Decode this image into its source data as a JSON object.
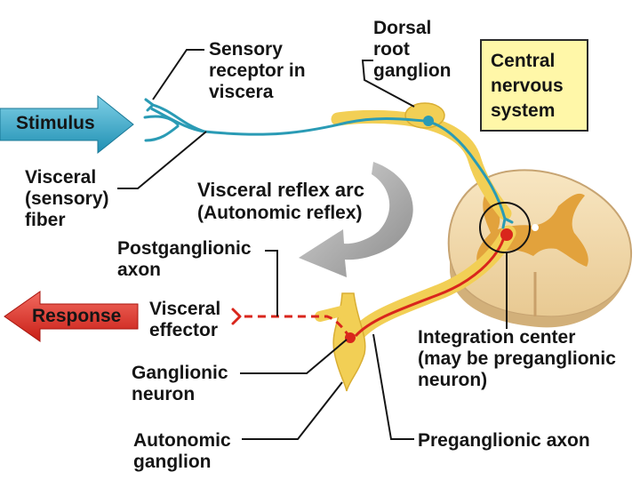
{
  "labels": {
    "stimulus": "Stimulus",
    "response": "Response",
    "sensory_receptor": "Sensory\nreceptor in\nviscera",
    "dorsal_root_ganglion": "Dorsal\nroot\nganglion",
    "central_nervous_system": "Central\nnervous\nsystem",
    "visceral_sensory_fiber": "Visceral\n(sensory)\nfiber",
    "arc_title": "Visceral reflex arc",
    "arc_subtitle": "(Autonomic reflex)",
    "postganglionic_axon": "Postganglionic\naxon",
    "visceral_effector": "Visceral\neffector",
    "ganglionic_neuron": "Ganglionic\nneuron",
    "autonomic_ganglion": "Autonomic\nganglion",
    "integration_center": "Integration center\n(may be preganglionic\nneuron)",
    "preganglionic_axon": "Preganglionic axon"
  },
  "colors": {
    "sensory_fiber": "#2a9bb5",
    "stimulus_arrow": "#2aa6c8",
    "response_arrow": "#e0302a",
    "motor_fiber": "#d9261c",
    "nerve_yellow": "#f2cf55",
    "spinal_cord": "#f6deb2",
    "gray_matter": "#e2a23c",
    "cns_box": "#fff7a8",
    "flow_arrow": "#a4a4a4"
  }
}
